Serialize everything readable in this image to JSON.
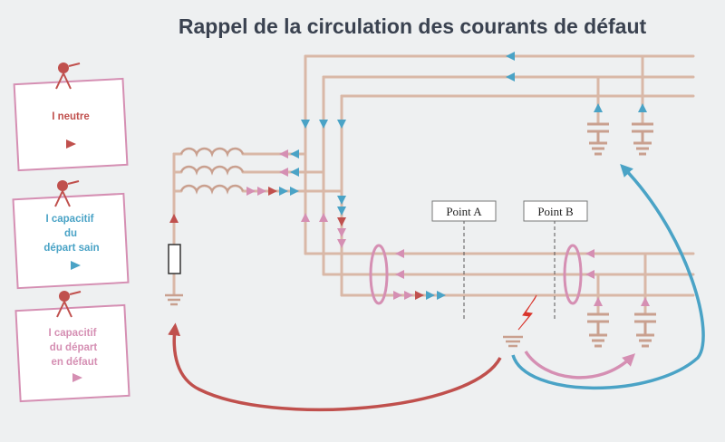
{
  "title": "Rappel de la circulation des courants de défaut",
  "legend": {
    "neutre": {
      "line1": "I neutre",
      "line2": "",
      "line3": ""
    },
    "sain": {
      "line1": "I capacitif",
      "line2": "du",
      "line3": "départ sain"
    },
    "defaut": {
      "line1": "I capacitif",
      "line2": "du départ",
      "line3": "en défaut"
    }
  },
  "points": {
    "a": "Point A",
    "b": "Point B"
  },
  "colors": {
    "neutre": "#c0504d",
    "sain": "#4aa3c6",
    "defaut": "#d58fb3",
    "wire": "#d9b8a7",
    "background": "#eef0f1"
  },
  "icons": {
    "legend_neutre": "triangle-right-icon",
    "legend_sain": "triangle-right-icon",
    "legend_defaut": "triangle-right-icon",
    "fault": "lightning-icon",
    "ground": "ground-icon",
    "capacitor": "capacitor-icon"
  }
}
